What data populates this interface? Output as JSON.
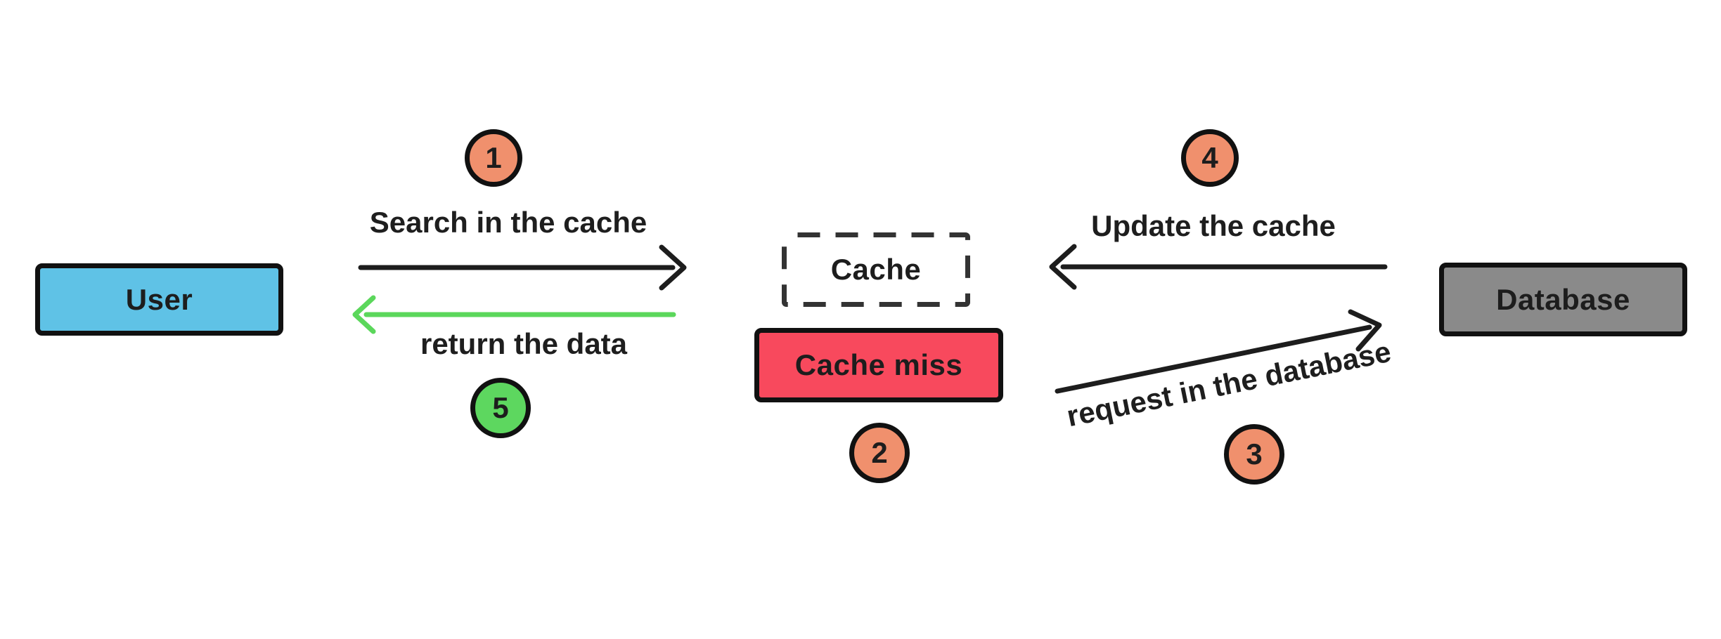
{
  "nodes": {
    "user": {
      "label": "User",
      "fill": "#5fc2e6"
    },
    "cache": {
      "label": "Cache",
      "fill": "#ffffff",
      "border_style": "dashed"
    },
    "cache_miss": {
      "label": "Cache miss",
      "fill": "#f8495d"
    },
    "database": {
      "label": "Database",
      "fill": "#8a8a8a"
    }
  },
  "steps": {
    "s1": {
      "number": "1",
      "label": "Search in the cache"
    },
    "s2": {
      "number": "2"
    },
    "s3": {
      "number": "3",
      "label": "request in the database"
    },
    "s4": {
      "number": "4",
      "label": "Update the cache"
    },
    "s5": {
      "number": "5",
      "label": "return the data"
    }
  },
  "colors": {
    "background": "#ffffff",
    "ink": "#1d1d1d",
    "node_border": "#111111",
    "cache_dash_stroke": "#333333",
    "arrow_black": "#1d1d1d",
    "arrow_green": "#5bd75b",
    "step_badge_orange": "#f0906d",
    "step_badge_green": "#5dd75f"
  }
}
